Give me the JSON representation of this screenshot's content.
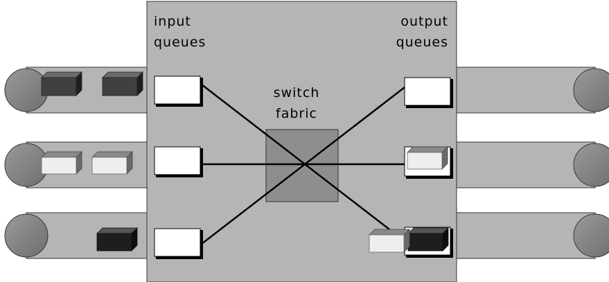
{
  "labels": {
    "input_line1": "input",
    "input_line2": "queues",
    "output_line1": "output",
    "output_line2": "queues",
    "fabric_line1": "switch",
    "fabric_line2": "fabric"
  },
  "colors": {
    "router_box": "#b5b5b5",
    "conveyor": "#b5b5b5",
    "roller": "#8a8a8a",
    "fabric": "#8e8e8e",
    "packet_dark": "#404040",
    "packet_black": "#1e1e1e",
    "packet_light": "#eeeeee"
  },
  "input_ports": [
    {
      "packets": [
        "dark",
        "dark"
      ]
    },
    {
      "packets": [
        "light",
        "light"
      ]
    },
    {
      "packets": [
        "black"
      ]
    }
  ],
  "output_ports": [
    {
      "packets": []
    },
    {
      "packets": [
        "light"
      ]
    },
    {
      "packets": [
        "black"
      ],
      "waiting": [
        "light"
      ]
    }
  ],
  "connections": [
    {
      "from": 0,
      "to": 2
    },
    {
      "from": 1,
      "to": 1
    },
    {
      "from": 2,
      "to": 0
    }
  ]
}
